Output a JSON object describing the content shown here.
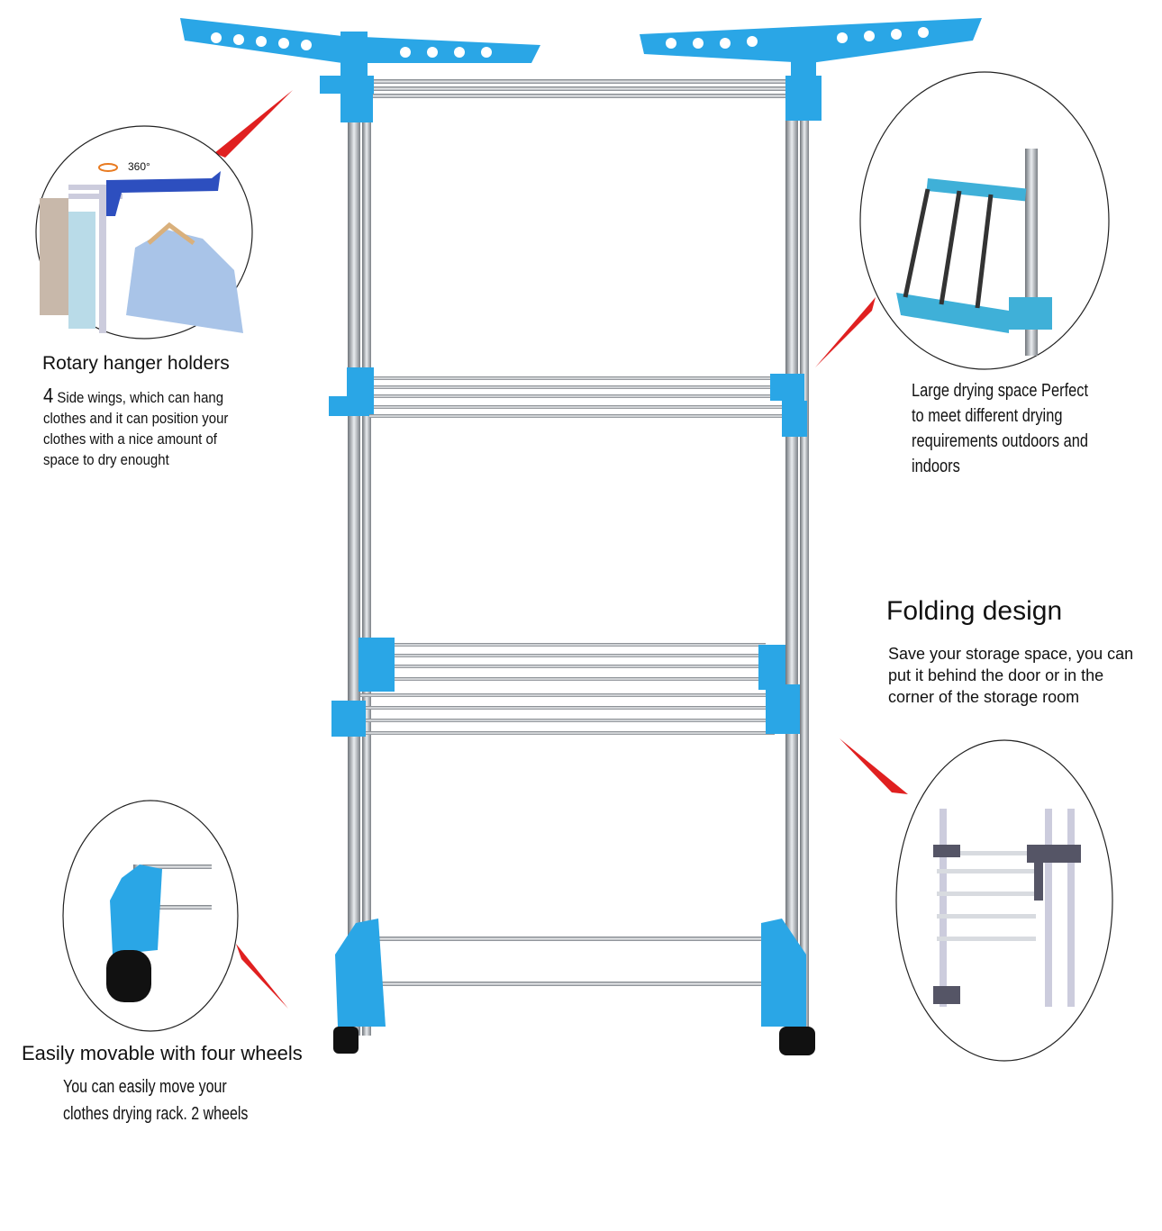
{
  "features": {
    "rotary": {
      "badge": "360°",
      "title": "Rotary hanger holders",
      "number": "4",
      "description": " Side wings, which can hang clothes and it can position your clothes with a nice amount of space to dry enought"
    },
    "large_space": {
      "description": "Large drying space Perfect to meet different drying requirements outdoors and indoors"
    },
    "folding": {
      "title": "Folding design",
      "description": "Save your storage space, you can put it behind the door or in the corner of the storage room"
    },
    "wheels": {
      "title": "Easily movable with four wheels",
      "description": "You can easily move your clothes drying rack. 2 wheels"
    }
  },
  "colors": {
    "accent_blue": "#2aa6e6",
    "pointer_red": "#e02020",
    "steel": "#a9adb3",
    "wheel": "#111111"
  }
}
